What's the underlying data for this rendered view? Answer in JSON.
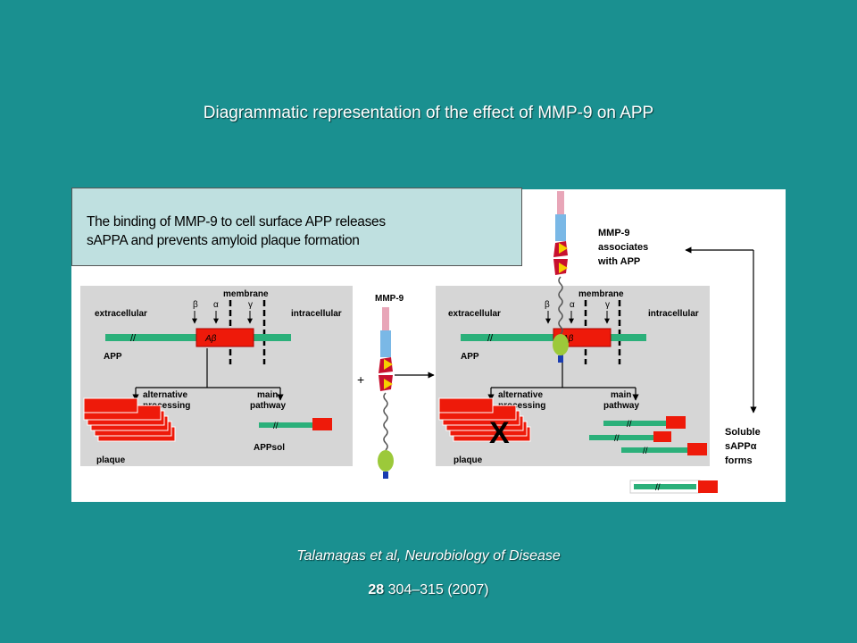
{
  "title": "Diagrammatic representation of the effect of MMP-9 on APP",
  "callout": {
    "line1": "The binding of MMP-9 to cell surface APP releases",
    "line2": "sAPPA and prevents amyloid plaque formation"
  },
  "diagram": {
    "left": {
      "extracellular": "extracellular",
      "membrane": "membrane",
      "intracellular": "intracellular",
      "beta": "β",
      "alpha": "α",
      "gamma": "γ",
      "abeta": "Aβ",
      "app": "APP",
      "alternative": "alternative",
      "processing": "processing",
      "main": "main",
      "pathway": "pathway",
      "plaque": "plaque",
      "appsol": "APPsol"
    },
    "mmp9_label": "MMP-9",
    "plus": "+",
    "right": {
      "extracellular": "extracellular",
      "membrane": "membrane",
      "intracellular": "intracellular",
      "beta": "β",
      "alpha": "α",
      "gamma": "γ",
      "abeta": "Aβ",
      "app": "APP",
      "alternative": "alternative",
      "processing": "processing",
      "main": "main",
      "pathway": "pathway",
      "plaque": "plaque",
      "cross": "X"
    },
    "associates_line1": "MMP-9",
    "associates_line2": "associates",
    "associates_line3": "with APP",
    "soluble_line1": "Soluble",
    "soluble_line2": "sAPPα",
    "soluble_line3": "forms"
  },
  "citation": {
    "journal": "Talamagas et al, Neurobiology of Disease",
    "volume": "28",
    "pages": " 304–315 (2007)"
  },
  "colors": {
    "background": "#1a9090",
    "callout": "#bfe0e0",
    "green_bar": "#2bb07a",
    "red_block": "#ee1a0a",
    "panel_gray": "#d6d6d6"
  }
}
